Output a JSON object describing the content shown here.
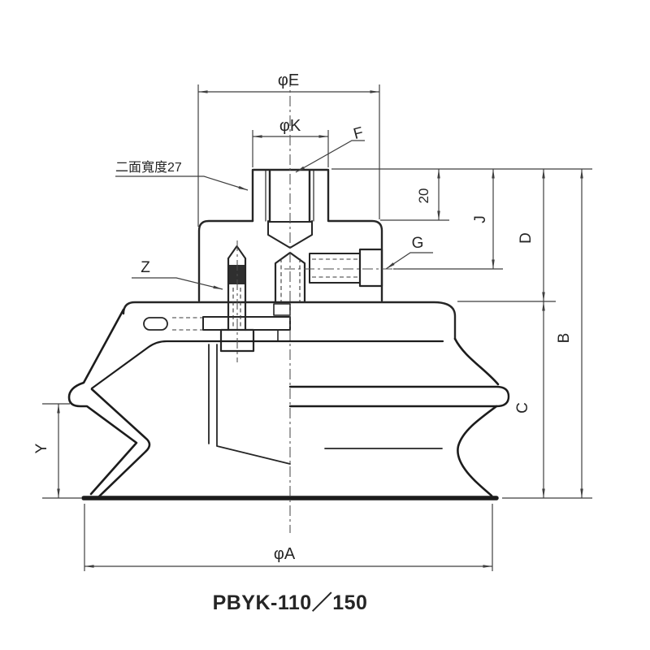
{
  "drawing": {
    "model": "PBYK-110／150",
    "labels": {
      "dia_e": "φE",
      "dia_k": "φK",
      "port_f": "F",
      "flats": "二面寬度27",
      "dim20": "20",
      "j": "J",
      "d": "D",
      "b": "B",
      "g": "G",
      "z": "Z",
      "c": "C",
      "y": "Y",
      "dia_a": "φA"
    },
    "colors": {
      "line": "#262626",
      "dimension": "#3f3f3f",
      "background": "#ffffff"
    }
  }
}
